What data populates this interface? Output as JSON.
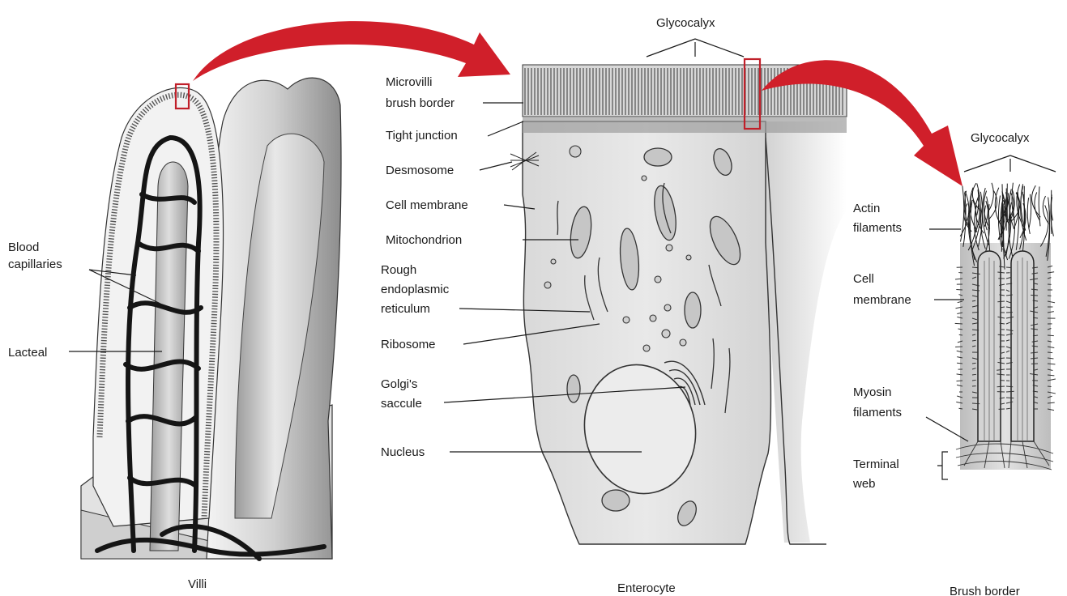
{
  "colors": {
    "arrow": "#d01f2a",
    "highlight_box": "#c0202a",
    "tissue_light": "#e6e6e6",
    "tissue_mid": "#b9b9b9",
    "tissue_dark": "#7a7a7a",
    "vessel": "#151515",
    "outline": "#222222"
  },
  "panels": {
    "villi": {
      "caption": "Villi",
      "labels": {
        "blood_capillaries": [
          "Blood",
          "capillaries"
        ],
        "lacteal": "Lacteal"
      }
    },
    "enterocyte": {
      "caption": "Enterocyte",
      "labels": {
        "glycocalyx": "Glycocalyx",
        "microvilli": [
          "Microvilli",
          "brush border"
        ],
        "tight_junction": "Tight junction",
        "desmosome": "Desmosome",
        "cell_membrane": "Cell membrane",
        "mitochondrion": "Mitochondrion",
        "rough_er": [
          "Rough",
          "endoplasmic",
          "reticulum"
        ],
        "ribosome": "Ribosome",
        "golgi": [
          "Golgi's",
          "saccule"
        ],
        "nucleus": "Nucleus"
      }
    },
    "brush_border": {
      "caption": "Brush border",
      "labels": {
        "glycocalyx": "Glycocalyx",
        "actin": [
          "Actin",
          "filaments"
        ],
        "cell_membrane": [
          "Cell",
          "membrane"
        ],
        "myosin": [
          "Myosin",
          "filaments"
        ],
        "terminal_web": [
          "Terminal",
          "web"
        ]
      }
    }
  }
}
